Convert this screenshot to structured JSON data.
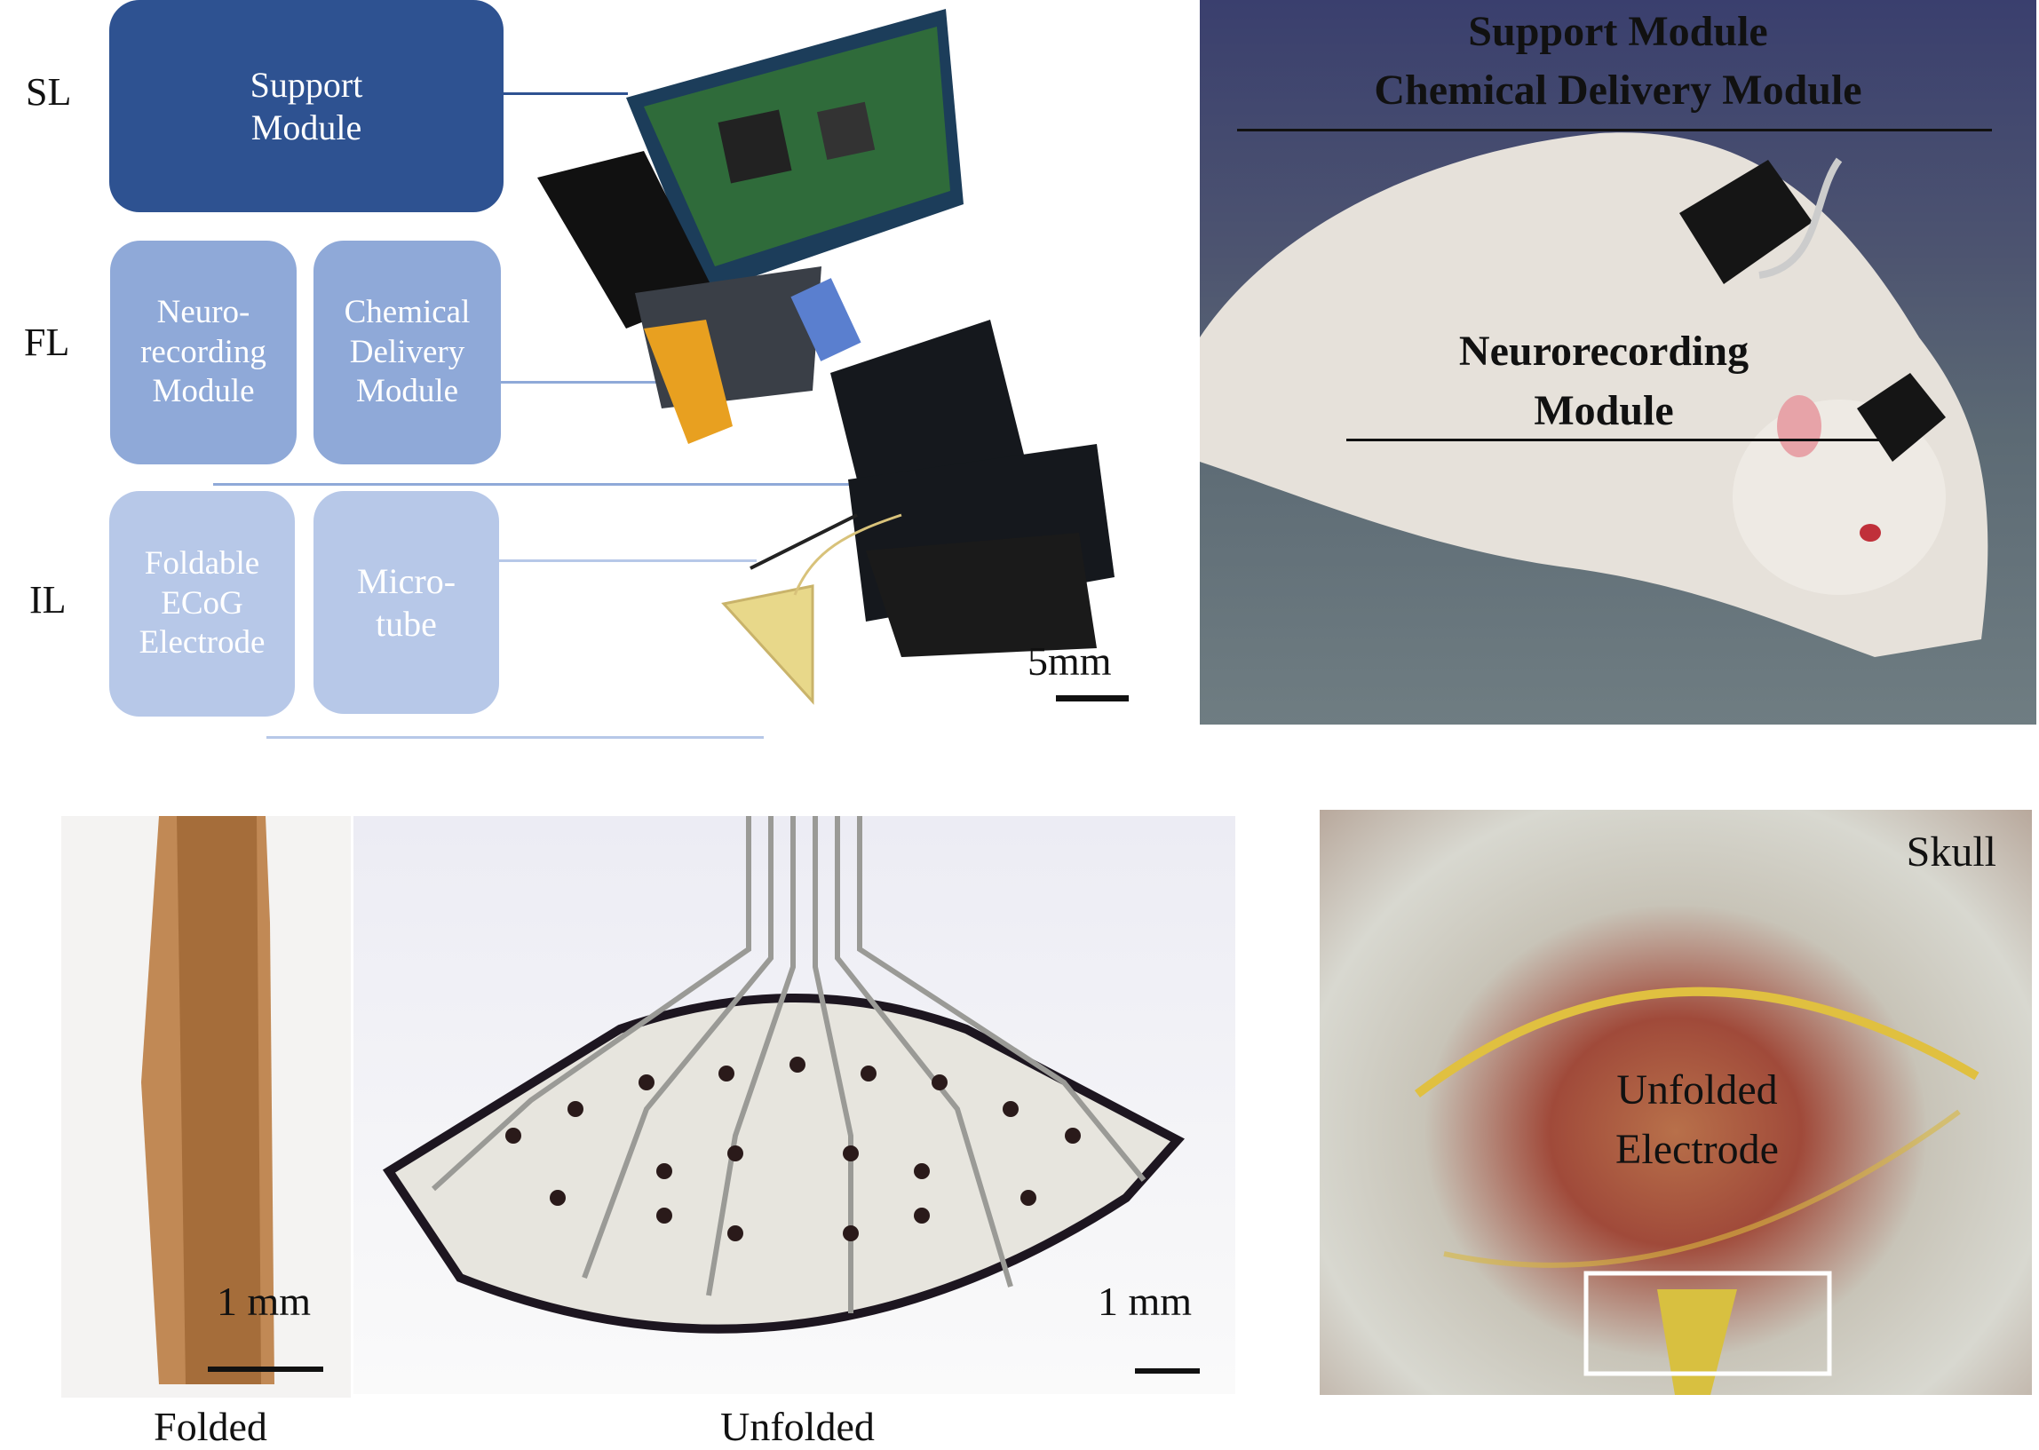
{
  "layers": {
    "sl": "SL",
    "fl": "FL",
    "il": "IL"
  },
  "modules": {
    "support": "Support\nModule",
    "neurorecording": "Neuro-\nrecording\nModule",
    "chemical": "Chemical\nDelivery\nModule",
    "electrode": "Foldable\nECoG\nElectrode",
    "microtube": "Micro-\ntube"
  },
  "device_photo": {
    "scale_bar": "5mm"
  },
  "rat_photo": {
    "label_top_1": "Support Module",
    "label_top_2": "Chemical Delivery Module",
    "label_mid": "Neurorecording\nModule"
  },
  "folded_photo": {
    "scale_bar": "1 mm",
    "caption": "Folded"
  },
  "unfolded_photo": {
    "scale_bar": "1 mm",
    "caption": "Unfolded"
  },
  "implant_photo": {
    "label_skull": "Skull",
    "label_electrode": "Unfolded\nElectrode"
  },
  "colors": {
    "sl": "#2e5291",
    "fl": "#8fa9d8",
    "il": "#b7c8e8"
  }
}
